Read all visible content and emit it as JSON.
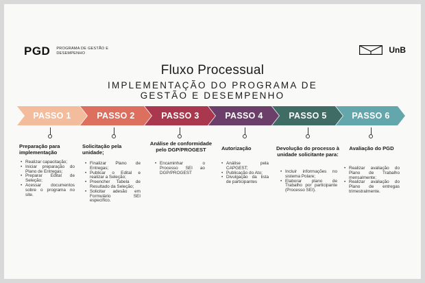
{
  "header": {
    "pgd_abbr": "PGD",
    "pgd_full": "PROGRAMA DE GESTÃO E DESEMPENHO",
    "unb_name": "UnB"
  },
  "title": "Fluxo Processual",
  "subtitle": "IMPLEMENTAÇÃO DO PROGRAMA DE GESTÃO E DESEMPENHO",
  "colors": {
    "step1": "#f3bd9d",
    "step2": "#dd6f5e",
    "step3": "#a9374d",
    "step4": "#6c3f6a",
    "step5": "#3f6c64",
    "step6": "#63a7ac"
  },
  "steps": [
    {
      "label": "PASSO 1",
      "heading": "Preparação para implementação",
      "items": [
        "Realizar capacitação;",
        "Iniciar preparação do Plano de Entregas;",
        "Preparar Edital de Seleção;",
        "Acessar documentos sobre o programa no site."
      ]
    },
    {
      "label": "PASSO 2",
      "heading": "Solicitação pela unidade;",
      "items": [
        "Finalizar Plano de Entregas;",
        "Publicar o Edital e realizar a Seleção;",
        "Preencher Tabela de Resultado da Seleção;",
        "Solicitar adesão em Formulário SEI específico."
      ]
    },
    {
      "label": "PASSO 3",
      "heading": "Análise de conformidade pelo DGP/PROGEST",
      "items": [
        "Encaminhar o Processo SEI ao DGP/PROGEST"
      ]
    },
    {
      "label": "PASSO 4",
      "heading": "Autorização",
      "items": [
        "Análise pela CAPGEST;",
        "Publicação do Ato;",
        "Divulgação da lista de participantes"
      ]
    },
    {
      "label": "PASSO 5",
      "heading": "Devolução do processo à unidade solicitante para:",
      "items": [
        "Incluir informações no sistema Polare;",
        "Elaborar plano de Trabalho por participante (Processo SEI)."
      ]
    },
    {
      "label": "PASSO 6",
      "heading": "Avaliação do PGD",
      "items": [
        "Realizar avaliação do Plano de Trabalho mensalmente;",
        "Realizar avaliação do Plano de entregas trimestralmente."
      ]
    }
  ]
}
